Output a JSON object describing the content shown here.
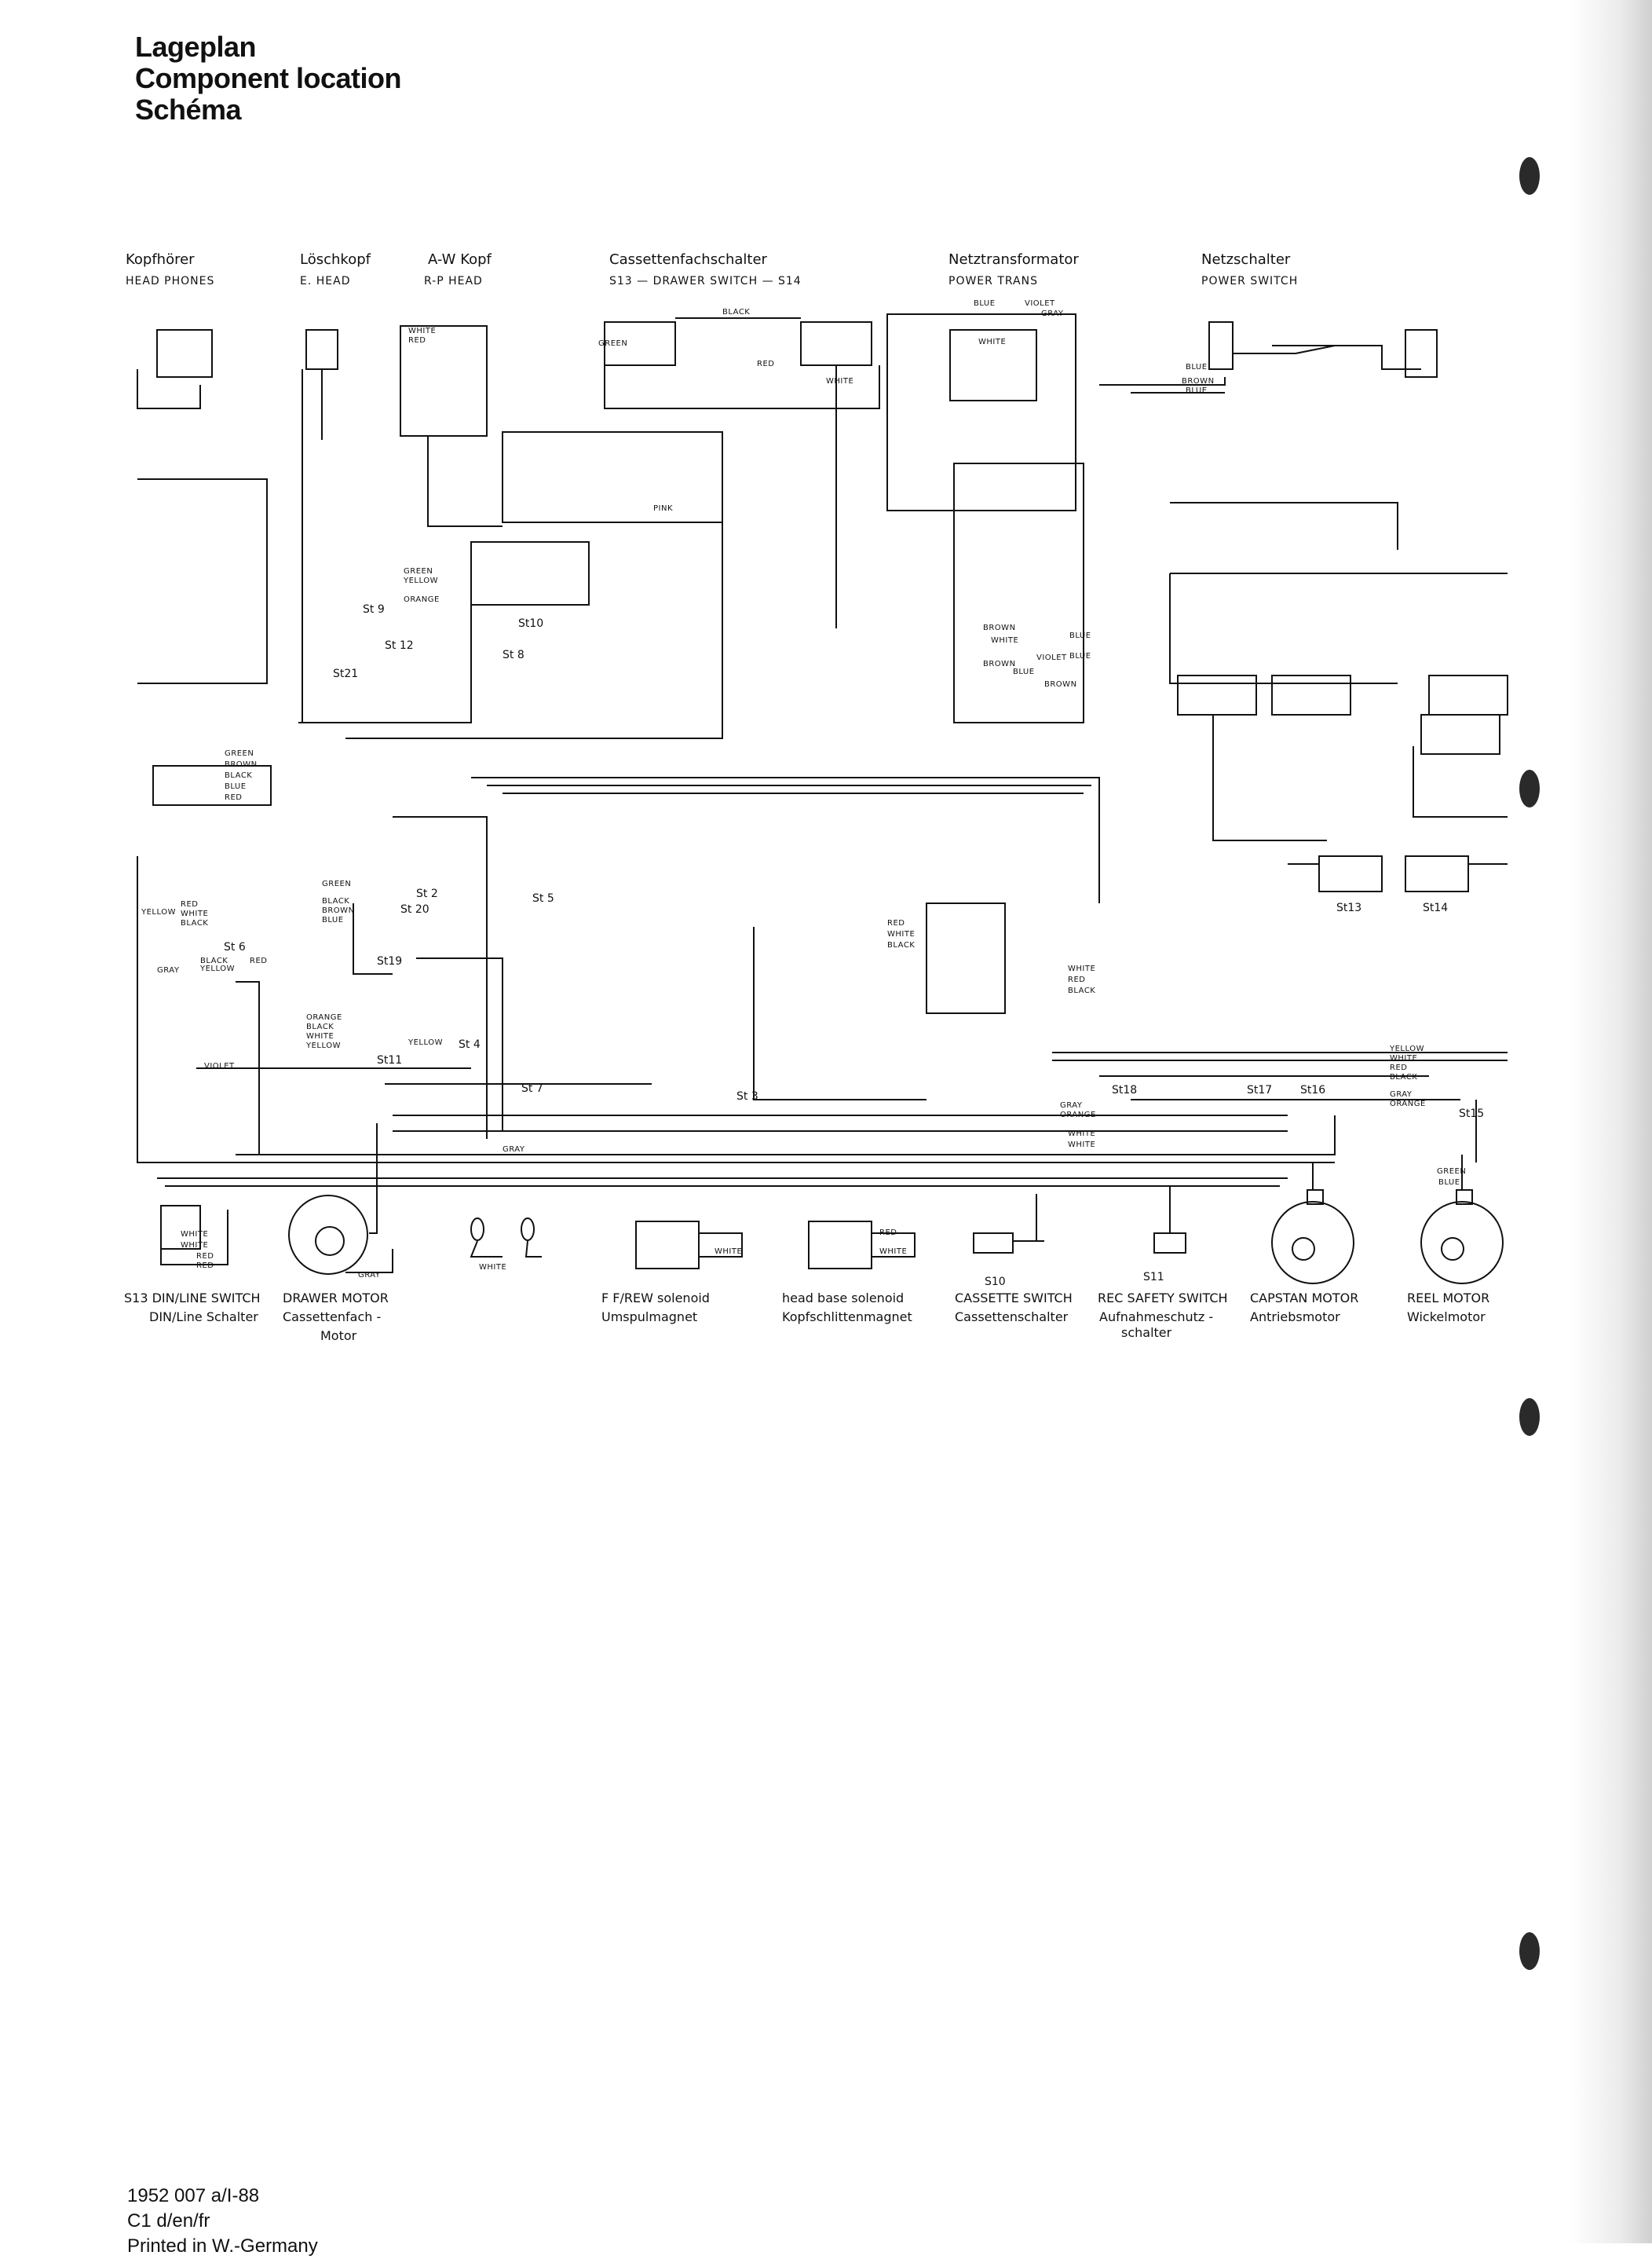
{
  "title": {
    "line1": "Lageplan",
    "line2": "Component location",
    "line3": "Schéma"
  },
  "components_top": {
    "headphones": {
      "de": "Kopfhörer",
      "en": "HEAD PHONES"
    },
    "erase_head": {
      "de": "Löschkopf",
      "en": "E. HEAD"
    },
    "rp_head": {
      "de": "A-W Kopf",
      "en": "R-P HEAD"
    },
    "drawer_switch": {
      "de": "Cassettenfachschalter",
      "en": "S13 — DRAWER  SWITCH — S14"
    },
    "power_trans": {
      "de": "Netztransformator",
      "en": "POWER TRANS"
    },
    "power_switch": {
      "de": "Netzschalter",
      "en": "POWER SWITCH"
    }
  },
  "components_bottom": {
    "din_line": {
      "l1": "S13  DIN/LINE SWITCH",
      "l2": "DIN/Line Schalter"
    },
    "drawer_motor": {
      "l1": "DRAWER MOTOR",
      "l2": "Cassettenfach -",
      "l3": "Motor"
    },
    "ffrew": {
      "l1": "F F/REW solenoid",
      "l2": "Umspulmagnet"
    },
    "head_base": {
      "l1": "head base solenoid",
      "l2": "Kopfschlittenmagnet"
    },
    "cassette_switch": {
      "id": "S10",
      "l1": "CASSETTE  SWITCH",
      "l2": "Cassettenschalter"
    },
    "rec_safety": {
      "id": "S11",
      "l1": "REC SAFETY SWITCH",
      "l2": "Aufnahmeschutz -",
      "l3": "schalter"
    },
    "capstan": {
      "l1": "CAPSTAN  MOTOR",
      "l2": "Antriebsmotor"
    },
    "reel": {
      "l1": "REEL  MOTOR",
      "l2": "Wickelmotor"
    }
  },
  "connectors": {
    "st9": "St 9",
    "st12": "St 12",
    "st21": "St21",
    "st8": "St 8",
    "st10": "St10",
    "st20": "St 20",
    "st2": "St 2",
    "st6": "St 6",
    "st19": "St19",
    "st11": "St11",
    "st4": "St 4",
    "st5": "St 5",
    "st7": "St 7",
    "st3": "St 3",
    "st18": "St18",
    "st17": "St17",
    "st16": "St16",
    "st15": "St15",
    "st13": "St13",
    "st14": "St14",
    "s13": "S13",
    "s14": "S14"
  },
  "wires": {
    "white": "WHITE",
    "red": "RED",
    "blue": "BLUE",
    "black": "BLACK",
    "brown": "BROWN",
    "gray": "GRAY",
    "yellow": "YELLOW",
    "green": "GREEN",
    "orange": "ORANGE",
    "violet": "VIOLET",
    "pink": "PINK"
  },
  "footer": {
    "line1": "1952 007 a/I-88",
    "line2": "C1 d/en/fr",
    "line3": "Printed in W.-Germany"
  }
}
